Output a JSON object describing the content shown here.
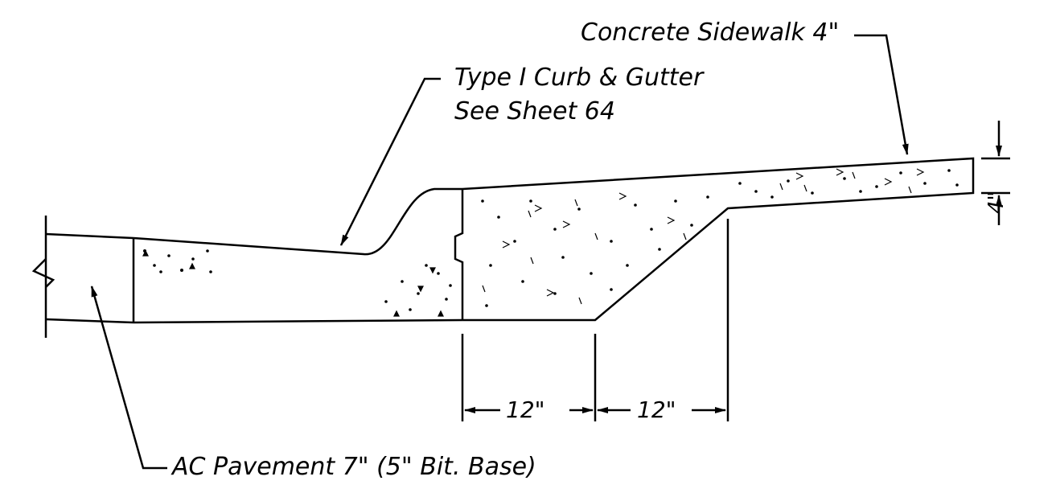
{
  "diagram": {
    "labels": {
      "sidewalk": "Concrete Sidewalk 4\"",
      "curb_line1": "Type I Curb & Gutter",
      "curb_line2": "See Sheet 64",
      "pavement": "AC Pavement 7\" (5\" Bit. Base)"
    },
    "dimensions": {
      "left_width": "12\"",
      "right_width": "12\"",
      "sidewalk_thickness": "4\""
    },
    "colors": {
      "ink": "#000000",
      "background": "#ffffff"
    }
  }
}
